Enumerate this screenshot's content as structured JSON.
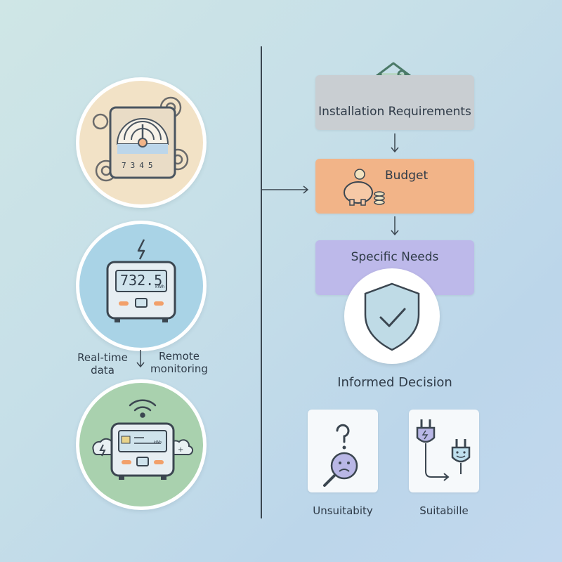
{
  "left": {
    "meter_digits": "7345",
    "digital_display": "732.5",
    "digital_unit": "kWh",
    "smart_unit": "kWh",
    "label_realtime": "Real-time\ndata",
    "label_remote": "Remote\nmonitoring"
  },
  "flow": {
    "installation": "Installation Requirements",
    "budget": "Budget",
    "specific_needs": "Specific Needs",
    "informed_decision": "Informed Decision"
  },
  "outcomes": {
    "unsuitability": "Unsuitabity",
    "suitability": "Suitabille"
  },
  "colors": {
    "installation_box": "#c9ced2",
    "budget_box": "#f2b488",
    "needs_box": "#bdb9ea",
    "meter1_bg": "#f2e2c6",
    "meter2_bg": "#a9d3e6",
    "meter3_bg": "#a9d1ae",
    "shield": "#bfdbe6"
  },
  "icons": [
    "gear-icon",
    "lightning-icon",
    "wifi-icon",
    "cloud-icon",
    "house-wrench-icon",
    "piggy-bank-icon",
    "shield-check-icon",
    "question-face-icon",
    "plug-icon"
  ]
}
